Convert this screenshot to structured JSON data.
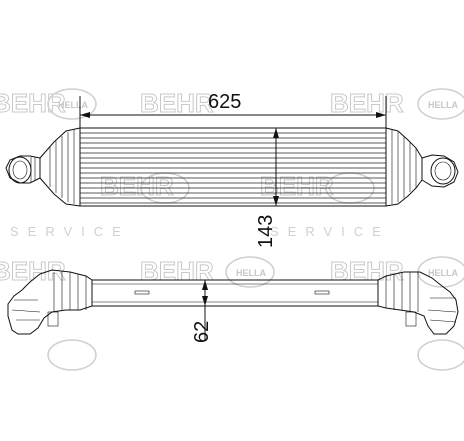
{
  "dimensions": {
    "width_label": "625",
    "height_label": "143",
    "depth_label": "62"
  },
  "watermark": {
    "brand": "BEHR",
    "hella": "HELLA",
    "service": "SERVICE"
  }
}
